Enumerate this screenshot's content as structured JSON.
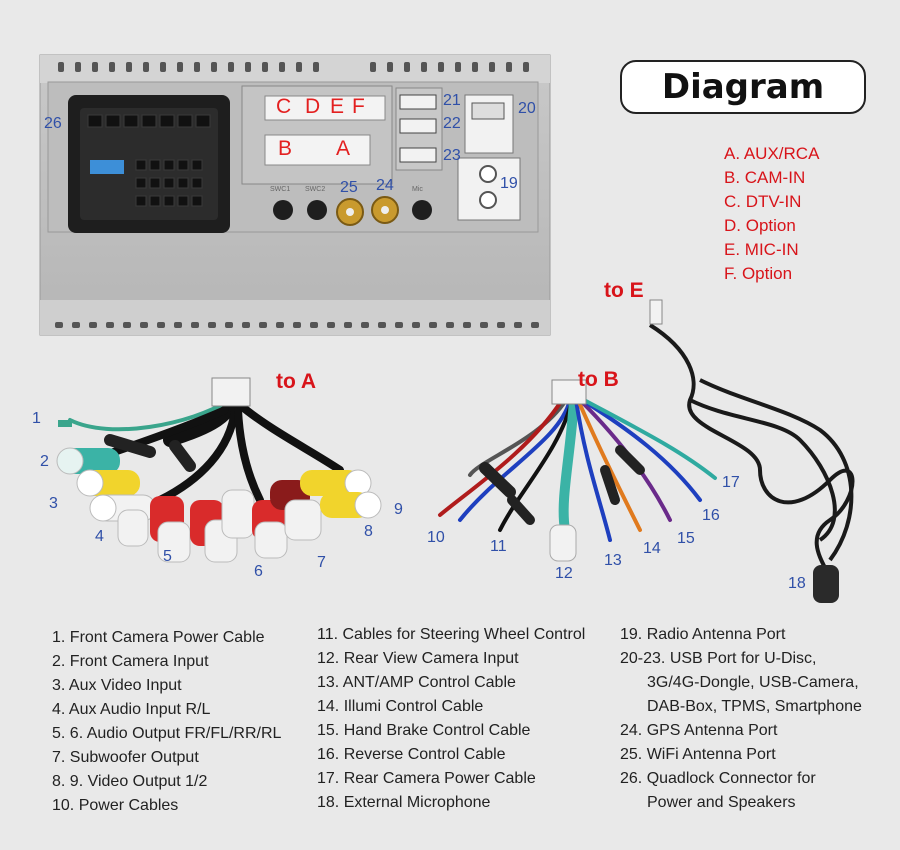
{
  "title": "Diagram",
  "legend": [
    "A. AUX/RCA",
    "B. CAM-IN",
    "C. DTV-IN",
    "D. Option",
    "E. MIC-IN",
    "F. Option"
  ],
  "port_letters": {
    "c": "C",
    "d": "D",
    "e": "E",
    "f": "F",
    "b": "B",
    "a": "A"
  },
  "to_labels": {
    "to_a": "to A",
    "to_b": "to B",
    "to_e": "to E"
  },
  "callouts": {
    "n1": "1",
    "n2": "2",
    "n3": "3",
    "n4": "4",
    "n5": "5",
    "n6": "6",
    "n7": "7",
    "n8": "8",
    "n9": "9",
    "n10": "10",
    "n11": "11",
    "n12": "12",
    "n13": "13",
    "n14": "14",
    "n15": "15",
    "n16": "16",
    "n17": "17",
    "n18": "18",
    "n19": "19",
    "n20": "20",
    "n21": "21",
    "n22": "22",
    "n23": "23",
    "n24": "24",
    "n25": "25",
    "n26": "26"
  },
  "descriptions": {
    "col1": [
      "1. Front Camera Power Cable",
      "2. Front Camera Input",
      "3. Aux Video Input",
      "4. Aux Audio Input R/L",
      "5. 6. Audio Output FR/FL/RR/RL",
      "7. Subwoofer Output",
      "8. 9. Video Output 1/2",
      "10. Power Cables"
    ],
    "col2": [
      "11. Cables for Steering Wheel Control",
      "12. Rear View Camera Input",
      "13. ANT/AMP Control Cable",
      "14. Illumi Control Cable",
      "15. Hand Brake Control Cable",
      "16. Reverse Control Cable",
      "17. Rear Camera Power Cable",
      "18. External Microphone"
    ],
    "col3": [
      "19. Radio Antenna Port",
      "20-23. USB Port for U-Disc,",
      "3G/4G-Dongle, USB-Camera,",
      "DAB-Box, TPMS, Smartphone",
      "24. GPS Antenna Port",
      "25. WiFi Antenna Port",
      "26. Quadlock Connector for",
      "Power and Speakers"
    ]
  }
}
